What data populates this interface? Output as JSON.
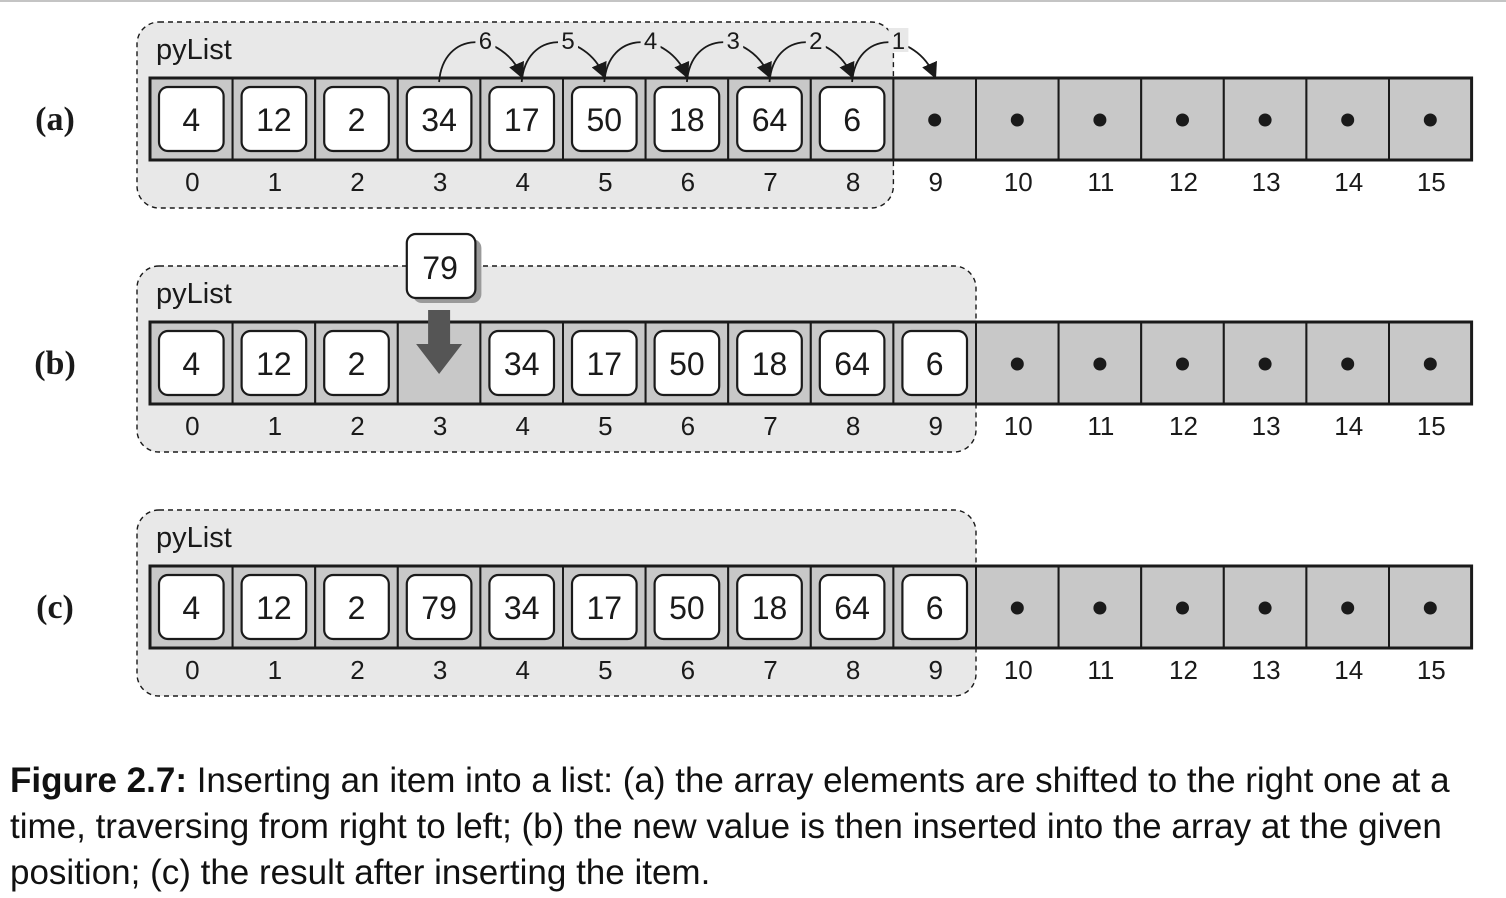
{
  "colors": {
    "ink": "#1a1a1a",
    "panel": "#e8e8e8",
    "cell": "#c8c8c8",
    "box": "#ffffff",
    "arrow": "#555555"
  },
  "rows": [
    {
      "row_label": "(a)",
      "list_label": "pyList",
      "values": [
        "4",
        "12",
        "2",
        "34",
        "17",
        "50",
        "18",
        "64",
        "6",
        null,
        null,
        null,
        null,
        null,
        null,
        null
      ],
      "indices": [
        "0",
        "1",
        "2",
        "3",
        "4",
        "5",
        "6",
        "7",
        "8",
        "9",
        "10",
        "11",
        "12",
        "13",
        "14",
        "15"
      ],
      "panel_cells": 9,
      "empty_marker": "•",
      "shift_arrows": [
        {
          "label": "6",
          "from": 3,
          "to": 4
        },
        {
          "label": "5",
          "from": 4,
          "to": 5
        },
        {
          "label": "4",
          "from": 5,
          "to": 6
        },
        {
          "label": "3",
          "from": 6,
          "to": 7
        },
        {
          "label": "2",
          "from": 7,
          "to": 8
        },
        {
          "label": "1",
          "from": 8,
          "to": 9
        }
      ]
    },
    {
      "row_label": "(b)",
      "list_label": "pyList",
      "values": [
        "4",
        "12",
        "2",
        "",
        "34",
        "17",
        "50",
        "18",
        "64",
        "6",
        null,
        null,
        null,
        null,
        null,
        null
      ],
      "indices": [
        "0",
        "1",
        "2",
        "3",
        "4",
        "5",
        "6",
        "7",
        "8",
        "9",
        "10",
        "11",
        "12",
        "13",
        "14",
        "15"
      ],
      "panel_cells": 10,
      "empty_marker": "•",
      "insert": {
        "value": "79",
        "index": 3
      }
    },
    {
      "row_label": "(c)",
      "list_label": "pyList",
      "values": [
        "4",
        "12",
        "2",
        "79",
        "34",
        "17",
        "50",
        "18",
        "64",
        "6",
        null,
        null,
        null,
        null,
        null,
        null
      ],
      "indices": [
        "0",
        "1",
        "2",
        "3",
        "4",
        "5",
        "6",
        "7",
        "8",
        "9",
        "10",
        "11",
        "12",
        "13",
        "14",
        "15"
      ],
      "panel_cells": 10,
      "empty_marker": "•"
    }
  ],
  "caption": {
    "label": "Figure 2.7:",
    "text": " Inserting an item into a list: (a) the array elements are shifted to the right one at a time, traversing from right to left; (b) the new value is then inserted into the array at the given position; (c) the result after inserting the item."
  }
}
